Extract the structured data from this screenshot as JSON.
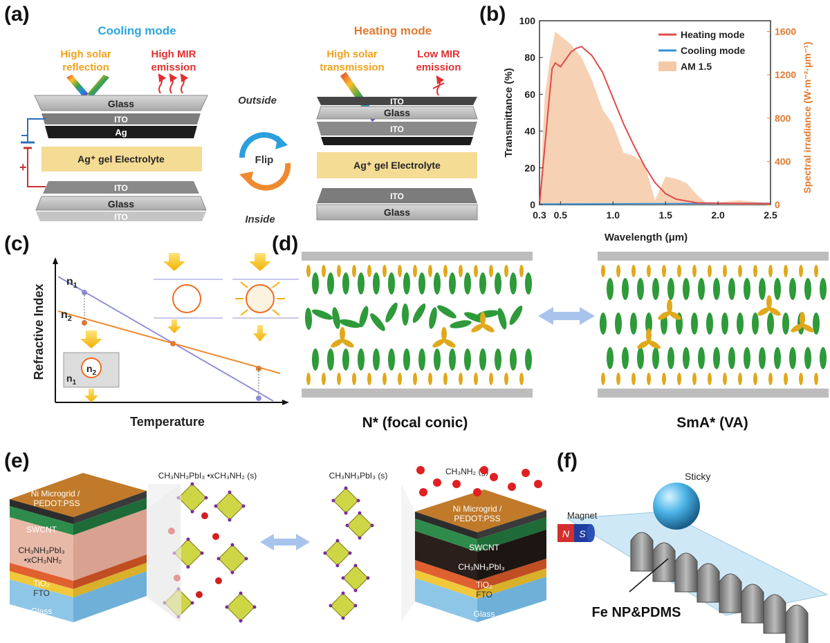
{
  "panel_labels": {
    "a": "(a)",
    "b": "(b)",
    "c": "(c)",
    "d": "(d)",
    "e": "(e)",
    "f": "(f)"
  },
  "a": {
    "cooling_title": "Cooling mode",
    "heating_title": "Heating mode",
    "solar_reflection": [
      "High solar",
      "reflection"
    ],
    "high_mir": [
      "High MIR",
      "emission"
    ],
    "solar_transmission": [
      "High solar",
      "transmission"
    ],
    "low_mir": [
      "Low MIR",
      "emission"
    ],
    "outside": "Outside",
    "inside": "Inside",
    "flip": "Flip",
    "minus": "−",
    "plus": "+",
    "cool_layers": {
      "glass_top": "Glass",
      "ito_top": "ITO",
      "ag": "Ag",
      "electrolyte": "Ag⁺ gel Electrolyte",
      "ito_bottom": "ITO",
      "glass_bottom": "Glass",
      "ito_bottom2": "ITO"
    },
    "heat_layers": {
      "ito_top": "ITO",
      "glass_top": "Glass",
      "ito_mid": "ITO",
      "electrolyte": "Ag⁺ gel Electrolyte",
      "ito_bottom": "ITO",
      "glass_bottom": "Glass"
    }
  },
  "chart_data": {
    "type": "line",
    "x_label": "Wavelength (μm)",
    "y_label": "Transmittance (%)",
    "y2_label": "Spectral irradiance (W·m⁻²·μm⁻¹)",
    "x_range": [
      0.3,
      2.5
    ],
    "y_range": [
      0,
      100
    ],
    "y2_range": [
      0,
      1700
    ],
    "x_ticks": [
      "0.3",
      "0.5",
      "1.0",
      "1.5",
      "2.0",
      "2.5"
    ],
    "y_ticks": [
      "0",
      "20",
      "40",
      "60",
      "80",
      "100"
    ],
    "y2_ticks": [
      "0",
      "400",
      "800",
      "1200",
      "1600"
    ],
    "legend": [
      "Heating mode",
      "Cooling mode",
      "AM 1.5"
    ],
    "colors": {
      "heating": "#e04a4a",
      "cooling": "#2f8fd8",
      "am15": "#f6c9a6",
      "axis2": "#e07a30"
    },
    "heating": {
      "x": [
        0.3,
        0.38,
        0.42,
        0.45,
        0.5,
        0.55,
        0.6,
        0.65,
        0.7,
        0.8,
        0.9,
        1.0,
        1.1,
        1.2,
        1.3,
        1.4,
        1.5,
        1.6,
        1.7,
        1.8,
        2.0,
        2.2,
        2.5
      ],
      "y": [
        0,
        50,
        74,
        77,
        75,
        79,
        83,
        85,
        86,
        81,
        72,
        58,
        44,
        32,
        21,
        12,
        6,
        3,
        2,
        1,
        0.8,
        0.6,
        0.5
      ]
    },
    "cooling": {
      "x": [
        0.3,
        1.0,
        1.5,
        2.0,
        2.5
      ],
      "y": [
        0.3,
        0.4,
        0.5,
        0.6,
        0.7
      ]
    },
    "am15": {
      "x": [
        0.3,
        0.35,
        0.4,
        0.45,
        0.5,
        0.6,
        0.7,
        0.8,
        0.9,
        1.0,
        1.1,
        1.2,
        1.3,
        1.4,
        1.5,
        1.6,
        1.7,
        1.8,
        1.9,
        2.0,
        2.2,
        2.5
      ],
      "y": [
        0,
        1000,
        1350,
        1600,
        1560,
        1480,
        1360,
        1150,
        880,
        740,
        480,
        450,
        380,
        40,
        260,
        240,
        200,
        90,
        5,
        20,
        40,
        15
      ]
    }
  },
  "c": {
    "y_label": "Refractive Index",
    "x_label": "Temperature",
    "n1": "n",
    "n1_sub": "1",
    "n2": "n",
    "n2_sub": "2"
  },
  "d": {
    "left_caption": "N* (focal conic)",
    "right_caption": "SmA* (VA)"
  },
  "e": {
    "formula_left": "CH₃NH₃PbI₃ •xCH₃NH₂ (s)",
    "formula_mid": "CH₃NH₃PbI₃ (s)",
    "formula_gas": "CH₃NH₂ (g)",
    "left_stack": {
      "micro": "Ni Microgrid /",
      "pedot": "PEDOT:PSS",
      "swcnt": "SWCNT",
      "perov1": "CH₃NH₃PbI₃",
      "perov2": "•xCH₃NH₂",
      "tio2": "TiO₂",
      "fto": "FTO",
      "glass": "Glass"
    },
    "right_stack": {
      "micro": "Ni Microgrid /",
      "pedot": "PEDOT:PSS",
      "swcnt": "SWCNT",
      "perov": "CH₃NH₃PbI₃",
      "tio2": "TiO₂",
      "fto": "FTO",
      "glass": "Glass"
    }
  },
  "f": {
    "magnet": "Magnet",
    "n": "N",
    "s": "S",
    "sticky": "Sticky",
    "material": "Fe NP&PDMS"
  }
}
